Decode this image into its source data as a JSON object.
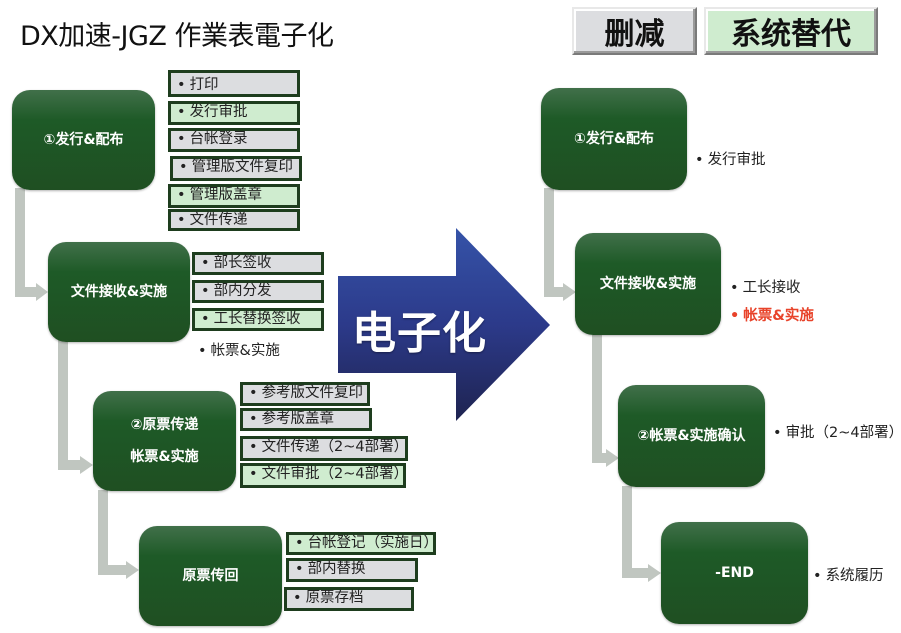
{
  "title": "DX加速-JGZ 作業表電子化",
  "legend": {
    "delete_label": "删减",
    "system_label": "系统替代",
    "colors": {
      "delete": "#dcdde0",
      "system": "#cfeccf"
    }
  },
  "transform_arrow": {
    "label": "电子化",
    "color": "#2b3a8c"
  },
  "before": {
    "steps": [
      {
        "label_lines": [
          "①发行&配布"
        ],
        "items": [
          {
            "text": "打印",
            "type": "delete"
          },
          {
            "text": "发行审批",
            "type": "system"
          },
          {
            "text": "台帐登录",
            "type": "delete"
          },
          {
            "text": "管理版文件复印",
            "type": "delete"
          },
          {
            "text": "管理版盖章",
            "type": "system"
          },
          {
            "text": "文件传递",
            "type": "delete"
          }
        ]
      },
      {
        "label_lines": [
          "文件接收&实施"
        ],
        "items": [
          {
            "text": "部长签收",
            "type": "delete"
          },
          {
            "text": "部内分发",
            "type": "delete"
          },
          {
            "text": "工长替换签收",
            "type": "system"
          },
          {
            "text": "帐票&实施",
            "type": "keep"
          }
        ]
      },
      {
        "label_lines": [
          "②原票传递",
          "帐票&实施"
        ],
        "items": [
          {
            "text": "参考版文件复印",
            "type": "delete"
          },
          {
            "text": "参考版盖章",
            "type": "delete"
          },
          {
            "text": "文件传递（2~4部署）",
            "type": "delete"
          },
          {
            "text": "文件审批（2~4部署）",
            "type": "system"
          }
        ]
      },
      {
        "label_lines": [
          "原票传回"
        ],
        "items": [
          {
            "text": "台帐登记（实施日）",
            "type": "system"
          },
          {
            "text": "部内替换",
            "type": "delete"
          },
          {
            "text": "原票存档",
            "type": "delete"
          }
        ]
      }
    ]
  },
  "after": {
    "steps": [
      {
        "label_lines": [
          "①发行&配布"
        ],
        "items": [
          {
            "text": "发行审批",
            "type": "keep"
          }
        ]
      },
      {
        "label_lines": [
          "文件接收&实施"
        ],
        "items": [
          {
            "text": "工长接收",
            "type": "keep"
          },
          {
            "text": "帐票&实施",
            "type": "highlight"
          }
        ]
      },
      {
        "label_lines": [
          "②帐票&实施确认"
        ],
        "items": [
          {
            "text": "审批（2~4部署）",
            "type": "keep"
          }
        ]
      },
      {
        "label_lines": [
          "-END"
        ],
        "items": [
          {
            "text": "系统履历",
            "type": "keep"
          }
        ]
      }
    ]
  },
  "bullet": "•",
  "colors": {
    "node": "#1f5a27",
    "connector": "#c0c6c0",
    "highlight": "#e8432a",
    "item_border": "#1e3d1e"
  }
}
